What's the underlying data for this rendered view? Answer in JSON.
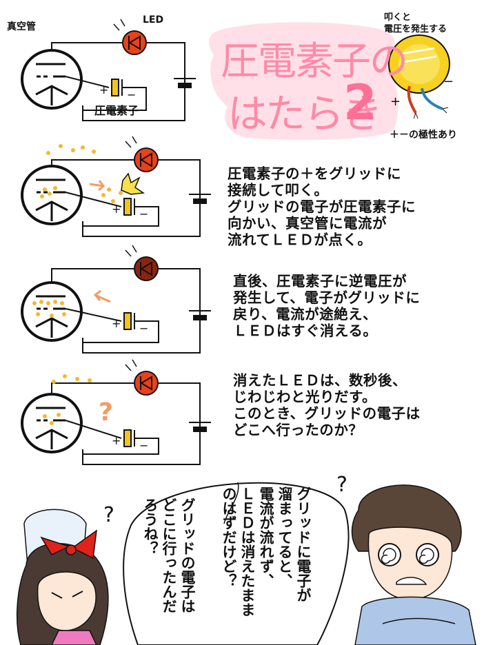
{
  "header": {
    "vacuum_tube_label": "真空管",
    "led_label": "LED",
    "piezo_label": "圧電素子",
    "tap_note_line1": "叩くと",
    "tap_note_line2": "電圧を発生する",
    "polarity_note": "＋－の極性あり",
    "plus": "+",
    "minus": "−"
  },
  "title": {
    "line1": "圧電素子の",
    "line2": "はたらき",
    "number": "2"
  },
  "panels": [
    {
      "lines": [
        "圧電素子の＋をグリッドに",
        "接続して叩く。",
        "グリッドの電子が圧電素子に",
        "向かい、真空管に電流が",
        "流れてＬＥＤが点く。"
      ],
      "led_state": "on"
    },
    {
      "lines": [
        "直後、圧電素子に逆電圧が",
        "発生して、電子がグリッドに",
        "戻り、電流が途絶え、",
        "ＬＥＤはすぐ消える。"
      ],
      "led_state": "off"
    },
    {
      "lines": [
        "消えたＬＥＤは、数秒後、",
        "じわじわと光りだす。",
        "このとき、グリッドの電子は",
        "どこへ行ったのか？"
      ],
      "led_state": "on"
    }
  ],
  "bubbles": {
    "right": [
      "グリッドに電子が",
      "溜まってると、",
      "電流が流れず、",
      "ＬＥＤは消えたまま",
      "のはずだけど？"
    ],
    "left": [
      "グリッドの電子は",
      "どこに行ったんだ",
      "ろうね？"
    ]
  },
  "marks": {
    "question": "?"
  },
  "colors": {
    "led_on": "#e8411c",
    "led_off": "#8a2410",
    "electron": "#f2b92e",
    "arrow": "#f59a62",
    "piezo": "#f3c515",
    "title": "#ff8aa8"
  }
}
